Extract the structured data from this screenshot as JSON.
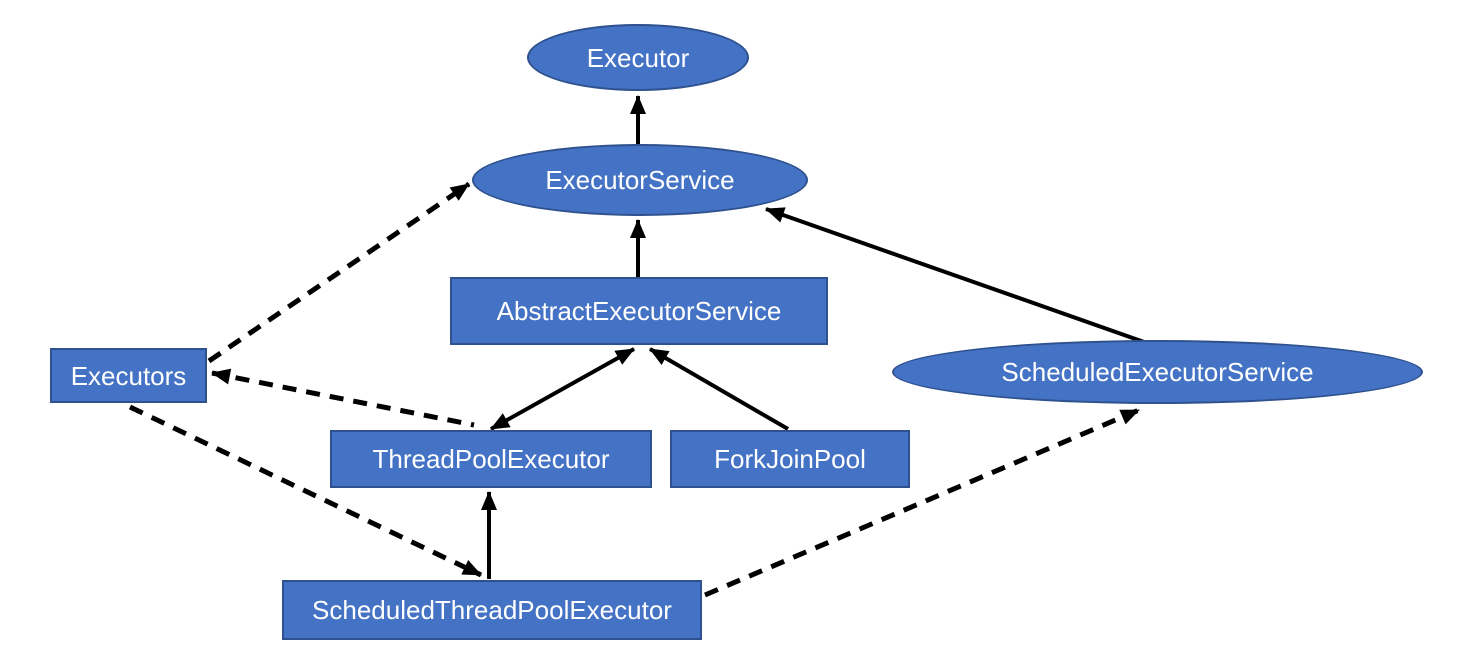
{
  "diagram": {
    "description_visible_text_only": true,
    "colors": {
      "node_fill": "#4472C4",
      "node_border": "#2F528F",
      "node_text": "#FFFFFF",
      "edge_line": "#000000",
      "background": "#FFFFFF"
    },
    "nodes": {
      "executor": {
        "label": "Executor",
        "shape": "ellipse"
      },
      "executorservice": {
        "label": "ExecutorService",
        "shape": "ellipse"
      },
      "abstractexecutorservice": {
        "label": "AbstractExecutorService",
        "shape": "rect"
      },
      "executors": {
        "label": "Executors",
        "shape": "rect"
      },
      "scheduledexecutorservice": {
        "label": "ScheduledExecutorService",
        "shape": "ellipse"
      },
      "threadpoolexecutor": {
        "label": "ThreadPoolExecutor",
        "shape": "rect"
      },
      "forkjoinpool": {
        "label": "ForkJoinPool",
        "shape": "rect"
      },
      "scheduledthreadpoolexecutor": {
        "label": "ScheduledThreadPoolExecutor",
        "shape": "rect"
      }
    },
    "edges": [
      {
        "from": "executorservice",
        "to": "executor",
        "line": "solid",
        "arrowheads": "end"
      },
      {
        "from": "abstractexecutorservice",
        "to": "executorservice",
        "line": "solid",
        "arrowheads": "end"
      },
      {
        "from": "threadpoolexecutor",
        "to": "abstractexecutorservice",
        "line": "solid",
        "arrowheads": "both"
      },
      {
        "from": "forkjoinpool",
        "to": "abstractexecutorservice",
        "line": "solid",
        "arrowheads": "end"
      },
      {
        "from": "scheduledthreadpoolexecutor",
        "to": "threadpoolexecutor",
        "line": "solid",
        "arrowheads": "end"
      },
      {
        "from": "scheduledexecutorservice",
        "to": "executorservice",
        "line": "solid",
        "arrowheads": "end"
      },
      {
        "from": "executors",
        "to": "executorservice",
        "line": "dashed",
        "arrowheads": "end"
      },
      {
        "from": "executors",
        "to": "threadpoolexecutor",
        "line": "dashed",
        "arrowheads": "both"
      },
      {
        "from": "executors",
        "to": "scheduledthreadpoolexecutor",
        "line": "dashed",
        "arrowheads": "end"
      },
      {
        "from": "scheduledthreadpoolexecutor",
        "to": "scheduledexecutorservice",
        "line": "dashed",
        "arrowheads": "end"
      }
    ]
  }
}
